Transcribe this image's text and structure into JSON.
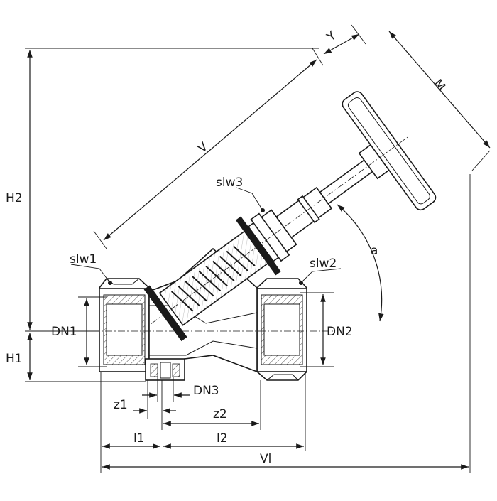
{
  "drawing": {
    "labels": {
      "H2": "H2",
      "H1": "H1",
      "DN1": "DN1",
      "DN2": "DN2",
      "DN3": "DN3",
      "slw1": "slw1",
      "slw2": "slw2",
      "slw3": "slw3",
      "V": "V",
      "Y": "Y",
      "M": "M",
      "a": "a",
      "z1": "z1",
      "z2": "z2",
      "l1": "l1",
      "l2": "l2",
      "Vl": "Vl"
    }
  }
}
